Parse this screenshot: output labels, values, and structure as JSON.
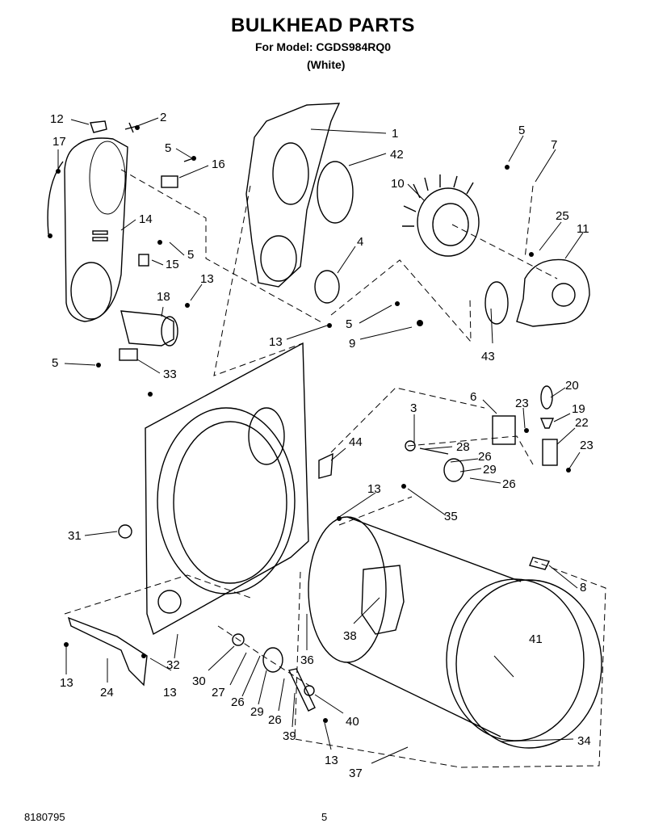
{
  "header": {
    "title": "BULKHEAD PARTS",
    "model_line": "For Model: CGDS984RQ0",
    "color_line": "(White)"
  },
  "footer": {
    "doc_number": "8180795",
    "page_number": "5"
  },
  "callouts": [
    "12",
    "2",
    "17",
    "5",
    "16",
    "14",
    "15",
    "5",
    "18",
    "13",
    "5",
    "33",
    "1",
    "42",
    "4",
    "13",
    "5",
    "9",
    "43",
    "10",
    "5",
    "7",
    "25",
    "11",
    "3",
    "28",
    "26",
    "29",
    "26",
    "6",
    "23",
    "20",
    "19",
    "22",
    "23",
    "44",
    "13",
    "35",
    "31",
    "8",
    "38",
    "36",
    "41",
    "32",
    "24",
    "13",
    "13",
    "30",
    "27",
    "26",
    "29",
    "26",
    "39",
    "40",
    "13",
    "37",
    "34"
  ]
}
